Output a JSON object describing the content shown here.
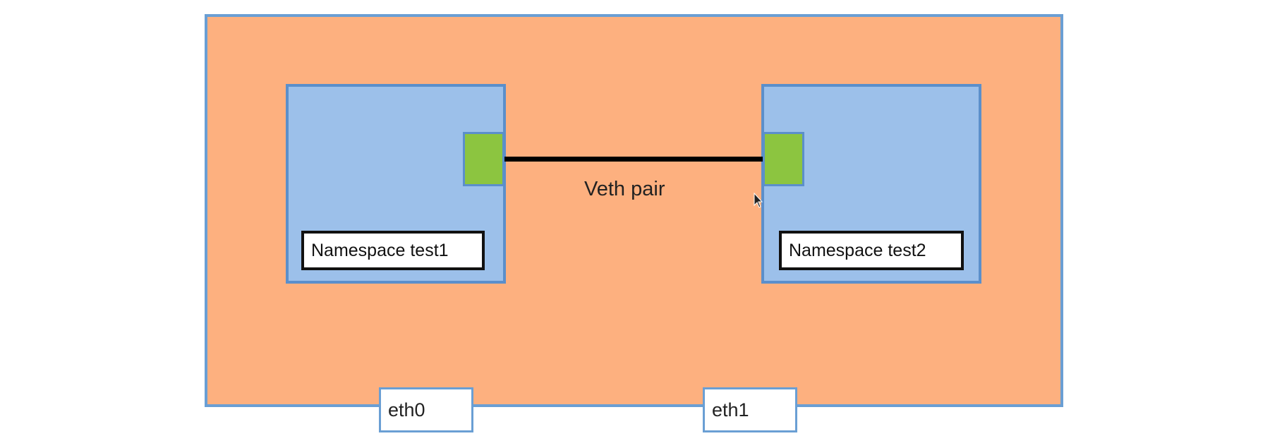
{
  "colors": {
    "host_fill": "#fdb07f",
    "host_border": "#6a9fd4",
    "namespace_fill": "#9cc0ea",
    "namespace_border": "#5b8fcb",
    "port_fill": "#8cc540",
    "link_color": "#000000",
    "label_border": "#111111"
  },
  "diagram": {
    "link_label": "Veth pair",
    "namespaces": [
      {
        "label": "Namespace test1"
      },
      {
        "label": "Namespace test2"
      }
    ],
    "interfaces": [
      {
        "label": "eth0"
      },
      {
        "label": "eth1"
      }
    ]
  },
  "icons": {
    "cursor": "mouse-pointer-icon"
  }
}
